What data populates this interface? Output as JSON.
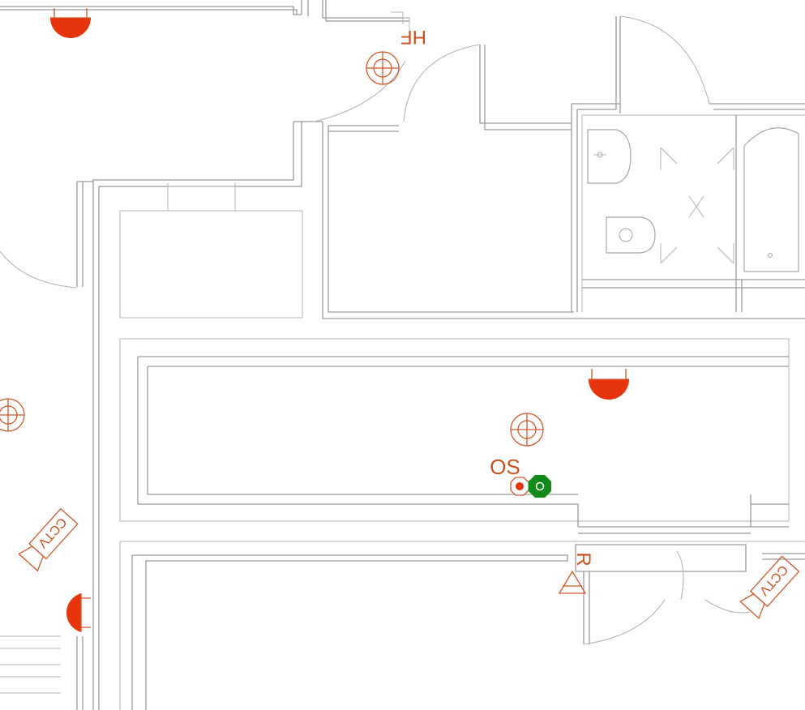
{
  "labels": {
    "hf": "HF",
    "os": "OS",
    "r": "R",
    "cctv_left": "CCTV",
    "cctv_right": "CCTV"
  },
  "colors": {
    "symbol_stroke": "#d2582a",
    "symbol_fill": "#e8340c",
    "sensor_green": "#118a1a",
    "wall": "#9a9a9a"
  },
  "icons": {
    "light": "ceiling-light-icon",
    "bell": "bell-icon",
    "cctv": "cctv-camera-icon",
    "indicator": "indicator-light-icon",
    "alarm": "alarm-triangle-icon"
  }
}
